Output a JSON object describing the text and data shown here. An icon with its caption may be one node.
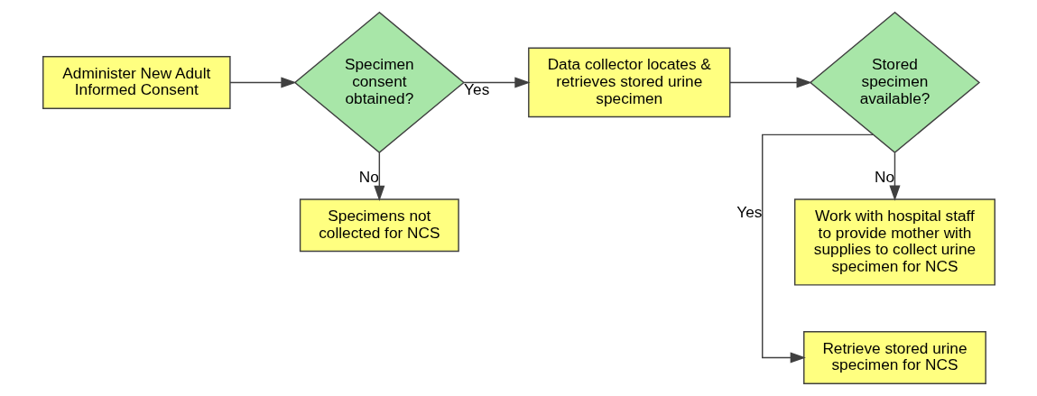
{
  "diagram": {
    "nodes": [
      {
        "text": [
          "Administer New Adult Informed Consent"
        ]
      },
      {
        "text": [
          "Specimen consent obtained?"
        ]
      },
      {
        "text": [
          "Data collector locates & retrieves stored urine specimen"
        ]
      },
      {
        "text": [
          "Stored specimen available?"
        ]
      },
      {
        "text": [
          "Retrieve stored urine specimen for NCS"
        ]
      },
      {
        "text": [
          "Specimens not collected for NCS"
        ]
      },
      {
        "text": [
          "Work with hospital staff to provide mother with supplies to collect urine specimen for NCS"
        ]
      }
    ],
    "edges": [
      {
        "from": 0,
        "to": 1,
        "arrow": "to"
      },
      {
        "from": 1,
        "to": 2,
        "arrow": "to",
        "label": "Yes"
      },
      {
        "from": 1,
        "to": 5,
        "arrow": "to",
        "label": "No"
      },
      {
        "from": 2,
        "to": 3,
        "arrow": "to"
      },
      {
        "from": 3,
        "to": 4,
        "arrow": "to",
        "label": "Yes"
      },
      {
        "from": 3,
        "to": 6,
        "arrow": "to",
        "label": "No"
      }
    ]
  }
}
